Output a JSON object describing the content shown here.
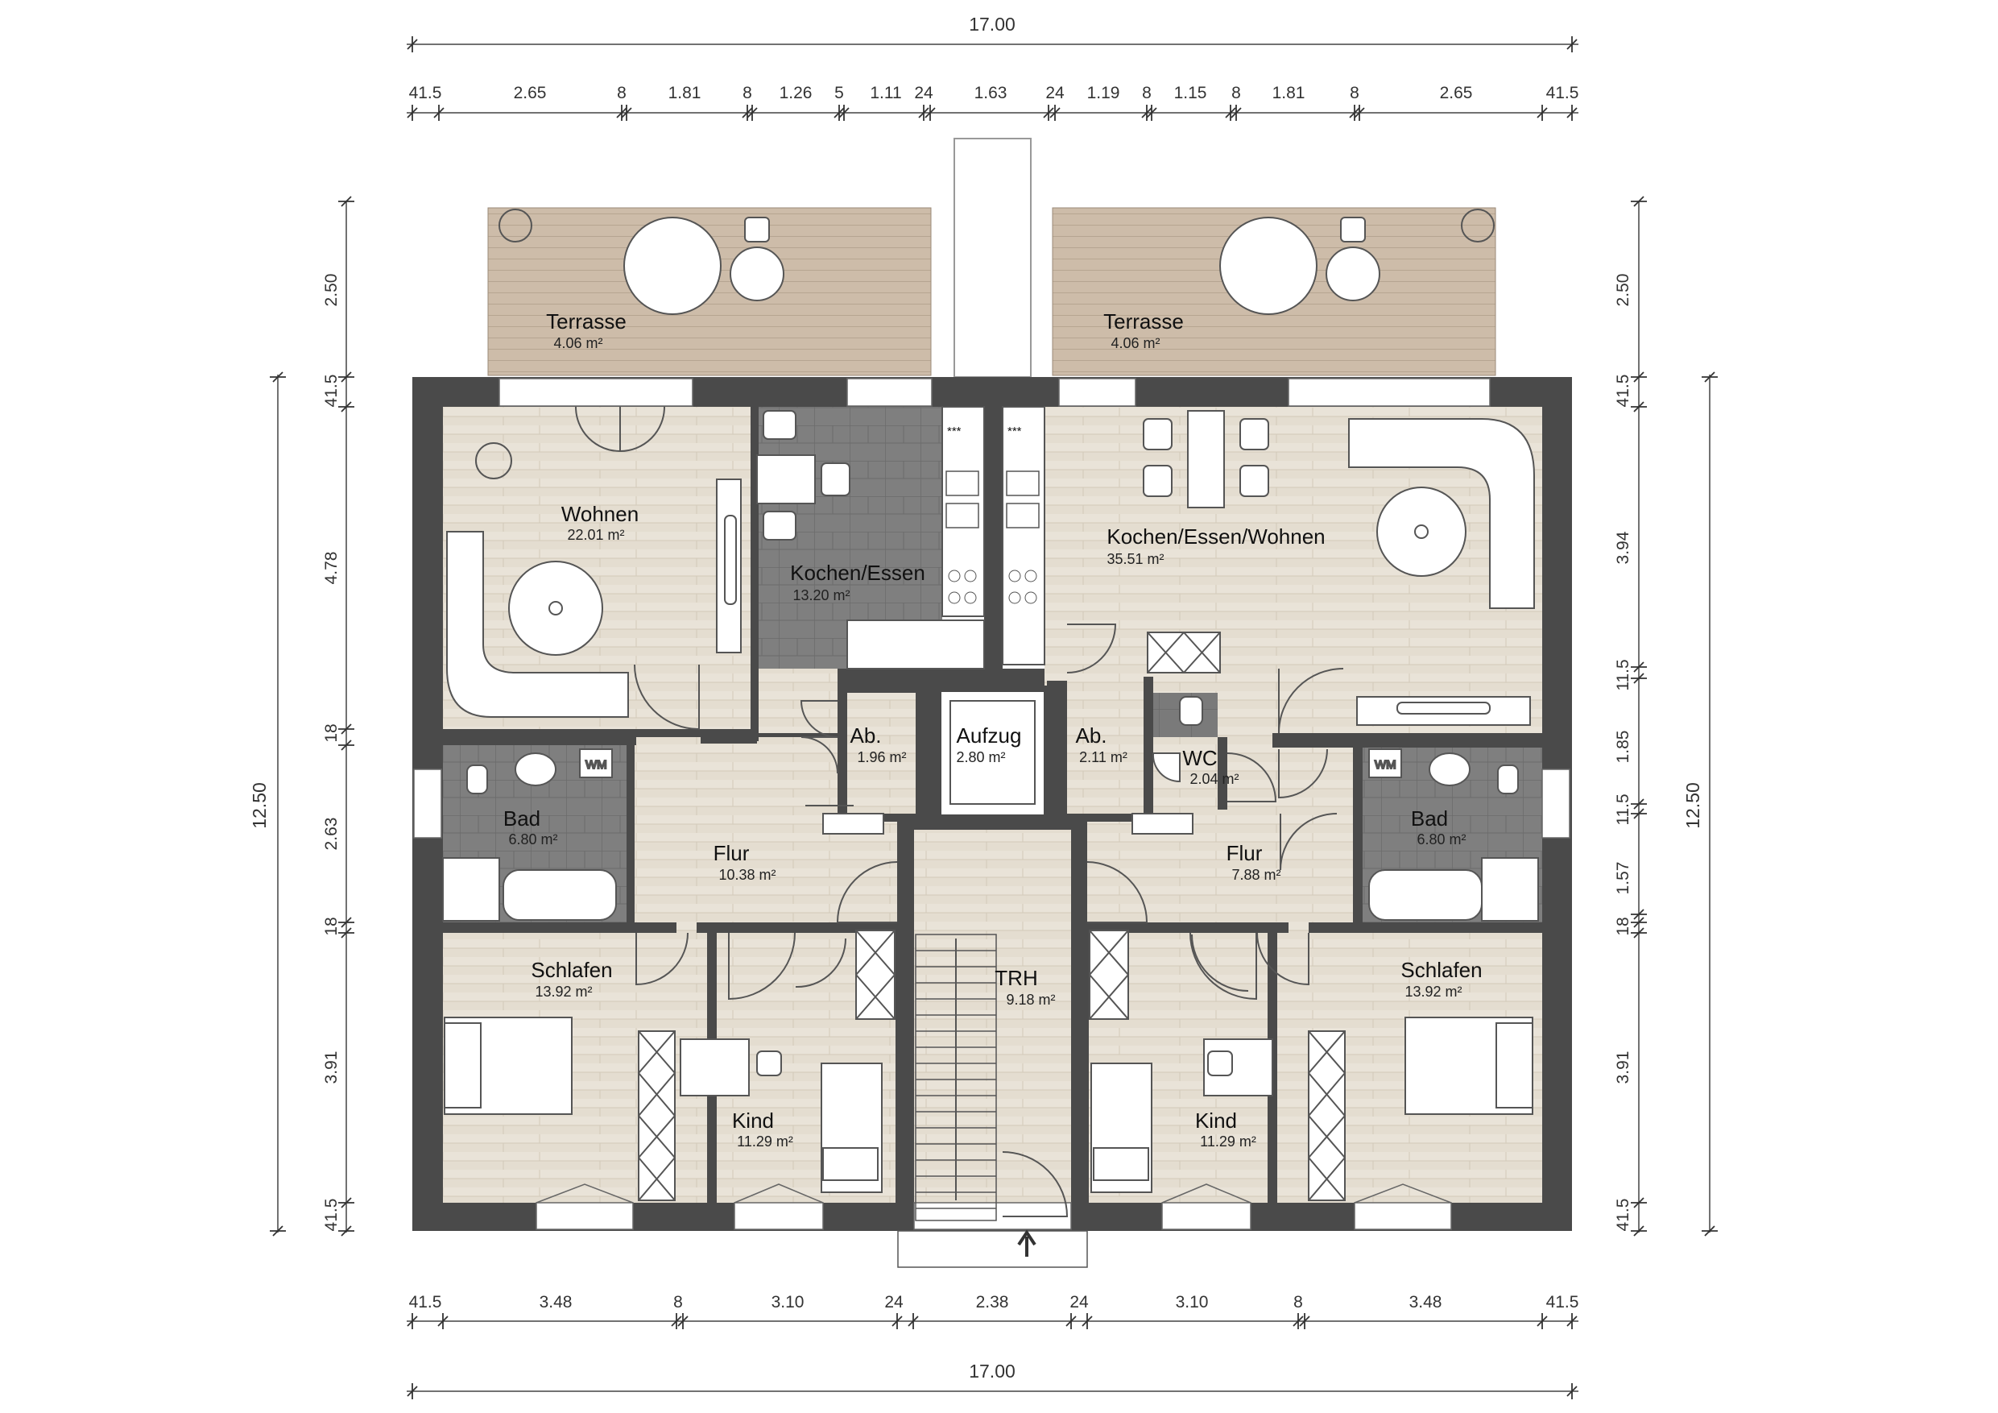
{
  "dimensions": {
    "overall_top": "17.00",
    "overall_bottom": "17.00",
    "top_segments": [
      "41.5",
      "2.65",
      "8",
      "1.81",
      "8",
      "1.26",
      "5",
      "1.11",
      "24",
      "1.63",
      "24",
      "1.19",
      "8",
      "1.15",
      "8",
      "1.81",
      "8",
      "2.65",
      "41.5"
    ],
    "bottom_segments": [
      "41.5",
      "3.48",
      "8",
      "3.10",
      "24",
      "2.38",
      "24",
      "3.10",
      "8",
      "3.48",
      "41.5"
    ],
    "left_segments": [
      "2.50",
      "41.5",
      "4.78",
      "18",
      "2.63",
      "18",
      "3.91",
      "41.5"
    ],
    "left_overall": "12.50",
    "right_segments": [
      "2.50",
      "41.5",
      "3.94",
      "11.5",
      "1.85",
      "11.5",
      "1.57",
      "18",
      "3.91",
      "41.5"
    ],
    "right_overall": "12.50"
  },
  "rooms": {
    "terrace_left": {
      "name": "Terrasse",
      "area": "4.06 m²"
    },
    "terrace_right": {
      "name": "Terrasse",
      "area": "4.06 m²"
    },
    "wohnen": {
      "name": "Wohnen",
      "area": "22.01 m²"
    },
    "kochen_essen": {
      "name": "Kochen/Essen",
      "area": "13.20 m²"
    },
    "kochen_essen_wohnen": {
      "name": "Kochen/Essen/Wohnen",
      "area": "35.51 m²"
    },
    "ab_left": {
      "name": "Ab.",
      "area": "1.96 m²"
    },
    "aufzug": {
      "name": "Aufzug",
      "area": "2.80 m²"
    },
    "ab_right": {
      "name": "Ab.",
      "area": "2.11 m²"
    },
    "wc": {
      "name": "WC",
      "area": "2.04 m²"
    },
    "bad_left": {
      "name": "Bad",
      "area": "6.80 m²"
    },
    "bad_right": {
      "name": "Bad",
      "area": "6.80 m²"
    },
    "flur_left": {
      "name": "Flur",
      "area": "10.38 m²"
    },
    "flur_right": {
      "name": "Flur",
      "area": "7.88 m²"
    },
    "trh": {
      "name": "TRH",
      "area": "9.18 m²"
    },
    "schlafen_left": {
      "name": "Schlafen",
      "area": "13.92 m²"
    },
    "schlafen_right": {
      "name": "Schlafen",
      "area": "13.92 m²"
    },
    "kind_left": {
      "name": "Kind",
      "area": "11.29 m²"
    },
    "kind_right": {
      "name": "Kind",
      "area": "11.29 m²"
    }
  },
  "labels": {
    "wm": "WM",
    "stove_mark": "***"
  },
  "icons": {
    "entrance": "arrow-up-icon"
  },
  "colors": {
    "wall": "#4a4a4a",
    "floor": "#e3dccf",
    "tile": "#7b7b7b",
    "terrace": "#cbb9a6"
  }
}
